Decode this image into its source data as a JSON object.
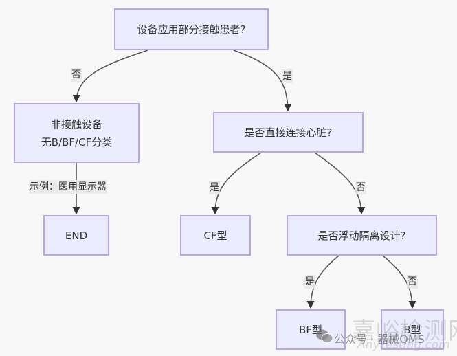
{
  "diagram": {
    "type": "flowchart",
    "direction": "top-down",
    "colors": {
      "background": "#f8f8f8",
      "node_fill": "#ececff",
      "node_border": "#b9a6e6",
      "edge": "#555555",
      "edge_label_bg": "#e8e8e8",
      "text": "#333333"
    },
    "nodes": {
      "q1": {
        "lines": [
          "设备应用部分接触患者?"
        ]
      },
      "noncontact": {
        "lines": [
          "非接触设备",
          "无B/BF/CF分类"
        ]
      },
      "end": {
        "lines": [
          "END"
        ]
      },
      "q2": {
        "lines": [
          "是否直接连接心脏?"
        ]
      },
      "cf": {
        "lines": [
          "CF型"
        ]
      },
      "q3": {
        "lines": [
          "是否浮动隔离设计?"
        ]
      },
      "bf": {
        "lines": [
          "BF型"
        ]
      },
      "b": {
        "lines": [
          "B型"
        ]
      }
    },
    "edges": [
      {
        "from": "q1",
        "to": "noncontact",
        "label": "否"
      },
      {
        "from": "q1",
        "to": "q2",
        "label": "是"
      },
      {
        "from": "noncontact",
        "to": "end",
        "label": "示例：医用显示器"
      },
      {
        "from": "q2",
        "to": "cf",
        "label": "是"
      },
      {
        "from": "q2",
        "to": "q3",
        "label": "否"
      },
      {
        "from": "q3",
        "to": "bf",
        "label": "是"
      },
      {
        "from": "q3",
        "to": "b",
        "label": "否"
      }
    ]
  },
  "watermark": {
    "site_name": "嘉峪检测网",
    "site_url": "AnyTesting.com",
    "wechat_text": "公众号 · 器械QMS",
    "wechat_icon": "wechat-icon"
  }
}
